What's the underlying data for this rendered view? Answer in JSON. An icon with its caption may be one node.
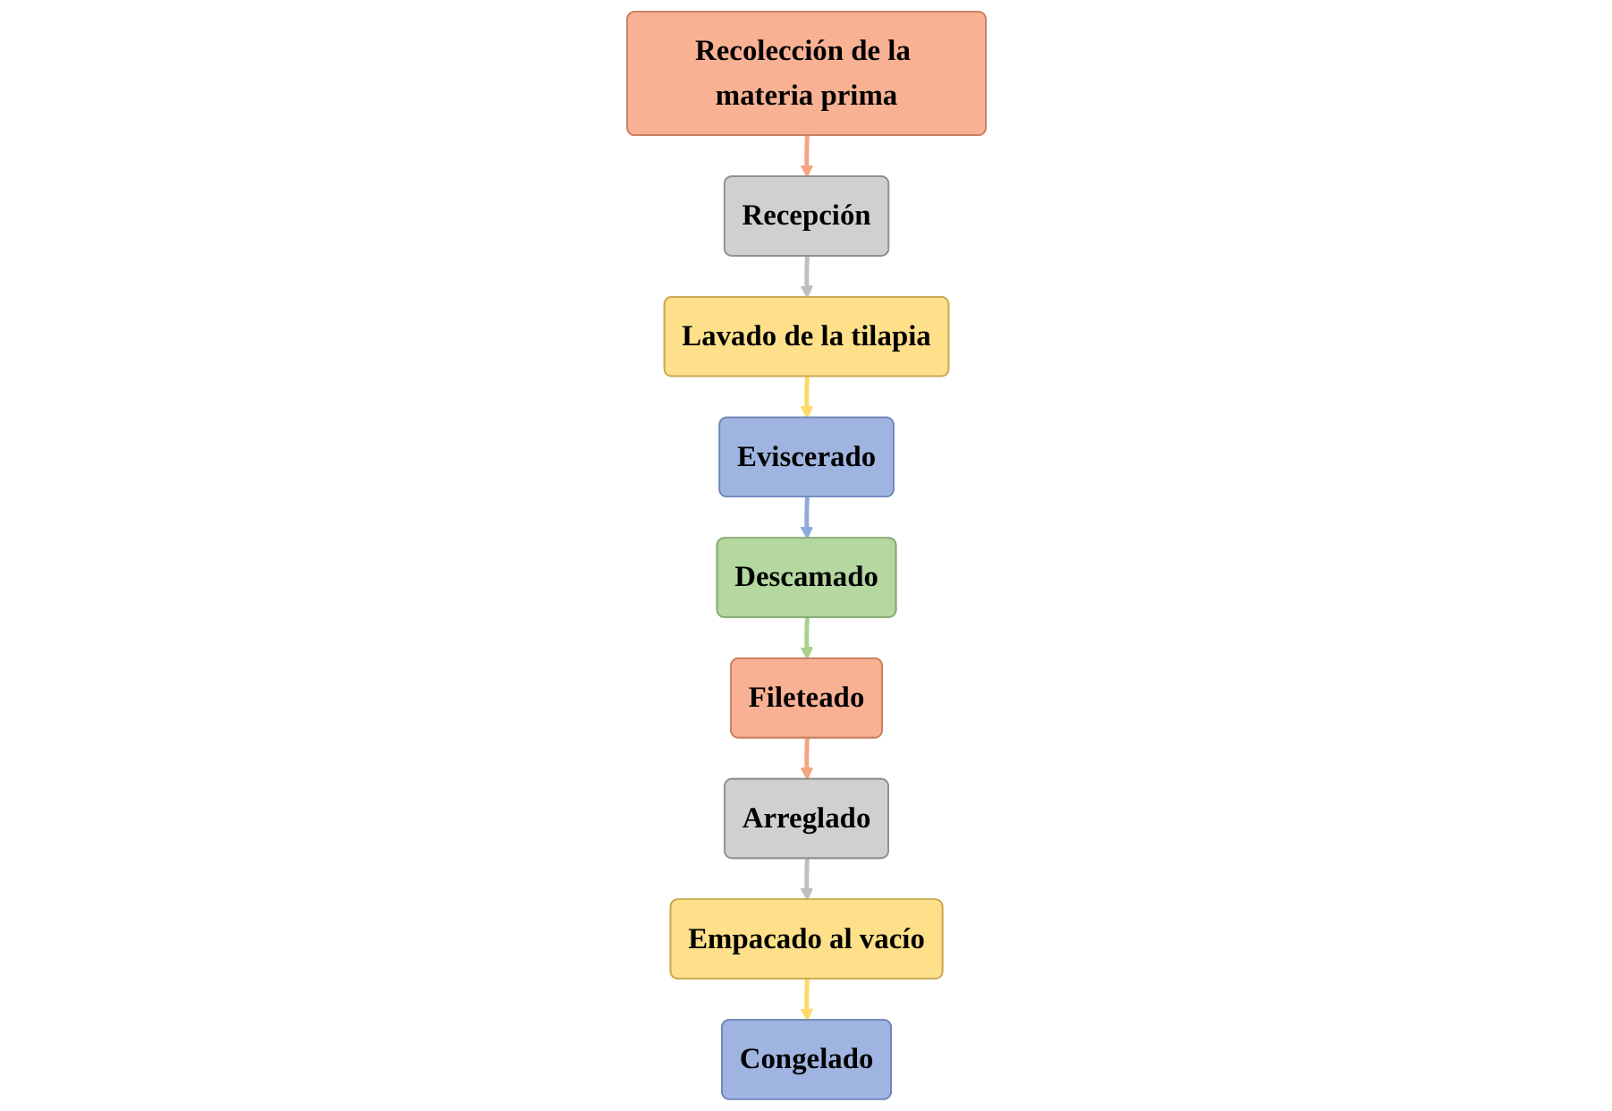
{
  "diagram": {
    "nodes": [
      {
        "text": [
          "Recolección de la materia prima"
        ]
      },
      {
        "text": [
          "Recepción"
        ]
      },
      {
        "text": [
          "Lavado de la tilapia"
        ]
      },
      {
        "text": [
          "Eviscerado"
        ]
      },
      {
        "text": [
          "Descamado"
        ]
      },
      {
        "text": [
          "Fileteado"
        ]
      },
      {
        "text": [
          "Arreglado"
        ]
      },
      {
        "text": [
          "Empacado al vacío"
        ]
      },
      {
        "text": [
          "Congelado"
        ]
      }
    ],
    "edges": [
      {
        "from": 0,
        "to": 1,
        "arrow": "to",
        "color": "#f4a582"
      },
      {
        "from": 1,
        "to": 2,
        "arrow": "to",
        "color": "#bfbfbf"
      },
      {
        "from": 2,
        "to": 3,
        "arrow": "to",
        "color": "#ffd966"
      },
      {
        "from": 3,
        "to": 4,
        "arrow": "to",
        "color": "#8faadc"
      },
      {
        "from": 4,
        "to": 5,
        "arrow": "to",
        "color": "#a9d18e"
      },
      {
        "from": 5,
        "to": 6,
        "arrow": "to",
        "color": "#f4a582"
      },
      {
        "from": 6,
        "to": 7,
        "arrow": "to",
        "color": "#bfbfbf"
      },
      {
        "from": 7,
        "to": 8,
        "arrow": "to",
        "color": "#ffd966"
      }
    ]
  }
}
